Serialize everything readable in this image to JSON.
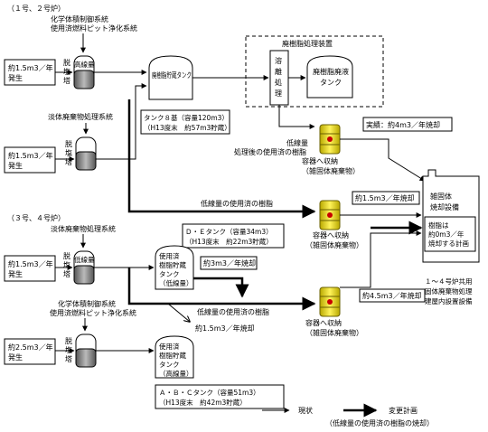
{
  "header_units12": "（１号、２号炉）",
  "header_units34": "（３号、４号炉）",
  "src_cvcs_1": "化学体積制御系統",
  "src_cvcs_2": "使用済燃料ピット浄化系統",
  "src_lwd": "淡体廃棄物処理系統",
  "src_lwd_34": "淡体廃棄物処理系統",
  "src_cvcs34_1": "化学体積制御系統",
  "src_cvcs34_2": "使用済燃料ピット浄化系統",
  "demin_label": [
    "脱",
    "塩",
    "塔"
  ],
  "low_level": "低線量",
  "high_level": "高線量",
  "gen_rates": [
    "約1.5m3／年",
    "約1.5m3／年",
    "約1.5m3／年",
    "約2.5m3／年"
  ],
  "gen_suffix": "発生",
  "tank_storage": "廃樹脂貯蔵タンク",
  "equipment_title": "廃樹脂処理装置",
  "dissolve": [
    "溶",
    "離",
    "処",
    "理"
  ],
  "resin_waste_tank": [
    "廃樹脂廃液",
    "タンク"
  ],
  "box_tanks12": [
    "タンク８基（容量120m3）",
    "（H13度末　約57m3貯蔵）"
  ],
  "low_after_1": "低線量",
  "low_after_2": "処理後の使用済の樹脂",
  "container_a": [
    "容器へ収納",
    "（雑固体廃棄物）"
  ],
  "actual": "実績：約4m3／年焼却",
  "low_used_resin": "低線量の使用済の樹脂",
  "rate_1_5_burn": "約1.5m3／年焼却",
  "incinerator": [
    "雑固体",
    "焼却設備"
  ],
  "plan": [
    "樹脂は",
    "約0m3／年",
    "焼却する計画"
  ],
  "plan_note": [
    "１～４号炉共用",
    "固体廃棄物処理",
    "建屋内設置設備"
  ],
  "de_tank": [
    "Ｄ・Ｅタンク（容量34m3）",
    "（H13度末　約22m3貯蔵）"
  ],
  "used_low_tank": [
    "使用済",
    "樹脂貯蔵",
    "タンク",
    "（低線量）"
  ],
  "rate_3_burn": "約3m3／年焼却",
  "container_c": [
    "容器へ収納",
    "（雑固体廃棄物）"
  ],
  "rate_4_5_burn": "約4.5m3／年焼却",
  "rate_1_5_burn_b": "約1.5m3／年焼却",
  "used_high_tank": [
    "使用済",
    "樹脂貯蔵",
    "タンク",
    "（高線量）"
  ],
  "abc_tank": [
    "Ａ・Ｂ・Ｃタンク（容量51m3）",
    "（H13度末　約42m3貯蔵）"
  ],
  "legend_current": "現状",
  "legend_plan": "変更計画",
  "legend_note": "（低線量の使用済の樹脂の焼却）"
}
